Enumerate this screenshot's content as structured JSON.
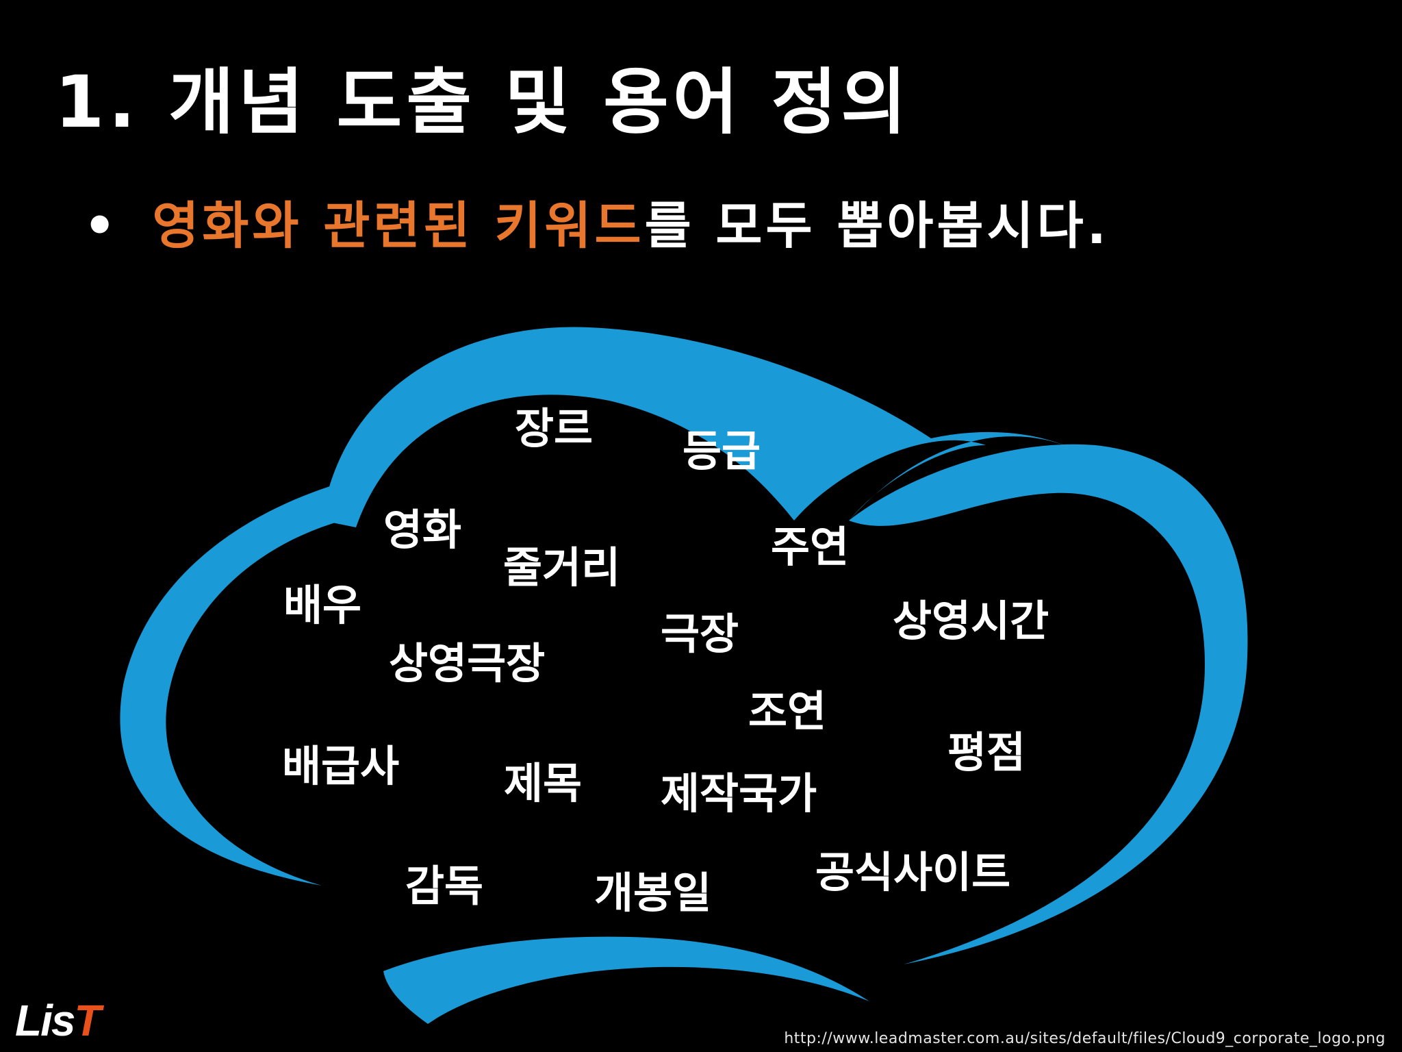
{
  "slide": {
    "title": "1. 개념 도출 및 용어 정의",
    "bullet": {
      "marker": "•",
      "highlight": "영화와 관련된 키워드",
      "rest": "를 모두 뽑아봅시다."
    }
  },
  "keywords": {
    "k01": "장르",
    "k02": "등급",
    "k03": "영화",
    "k04": "줄거리",
    "k05": "주연",
    "k06": "배우",
    "k07": "극장",
    "k08": "상영시간",
    "k09": "상영극장",
    "k10": "조연",
    "k11": "평점",
    "k12": "배급사",
    "k13": "제목",
    "k14": "제작국가",
    "k15": "공식사이트",
    "k16": "감독",
    "k17": "개봉일"
  },
  "logo": {
    "part1": "Lis",
    "part2": "T"
  },
  "credit": "http://www.leadmaster.com.au/sites/default/files/Cloud9_corporate_logo.png",
  "colors": {
    "background": "#000000",
    "text": "#ffffff",
    "accent": "#e8762c",
    "cloud": "#1a9ad6",
    "logo_accent": "#e8501c"
  },
  "icons": {
    "cloud": "cloud-outline-icon"
  }
}
